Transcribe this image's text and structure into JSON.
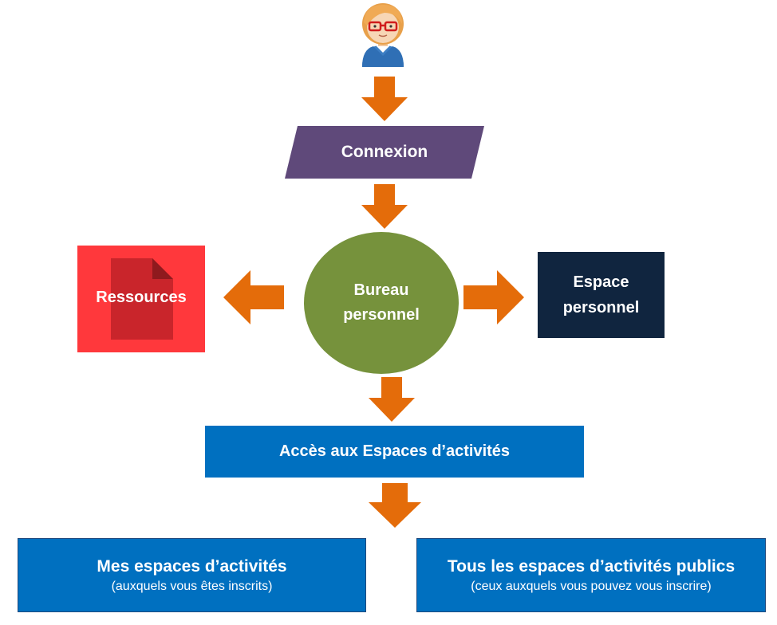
{
  "nodes": {
    "connexion": "Connexion",
    "bureau_line1": "Bureau",
    "bureau_line2": "personnel",
    "ressources": "Ressources",
    "espace_line1": "Espace",
    "espace_line2": "personnel",
    "acces": "Accès aux Espaces d’activités",
    "mes_espaces_title": "Mes espaces d’activités",
    "mes_espaces_sub": "(auxquels vous êtes inscrits)",
    "tous_espaces_title": "Tous les espaces d’activités publics",
    "tous_espaces_sub": "(ceux auxquels vous pouvez vous inscrire)"
  },
  "colors": {
    "arrow": "#e46c0a",
    "connexion": "#5f497a",
    "bureau": "#76923c",
    "ressources": "#ff383c",
    "document": "#c00000",
    "espace_personnel": "#10253f",
    "acces": "#0070c0"
  },
  "icons": {
    "user": "user-avatar-icon",
    "document": "document-icon"
  }
}
